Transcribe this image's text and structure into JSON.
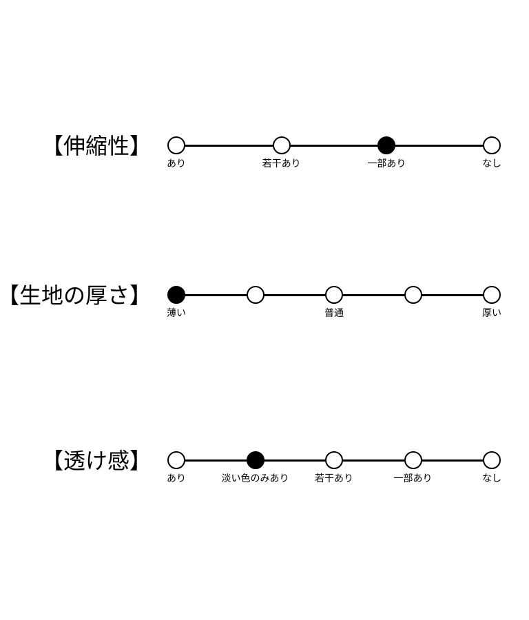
{
  "scales": [
    {
      "title": "【伸縮性】",
      "positions": 4,
      "selected": 2,
      "labels": [
        {
          "pos": 0,
          "text": "あり"
        },
        {
          "pos": 1,
          "text": "若干あり"
        },
        {
          "pos": 2,
          "text": "一部あり"
        },
        {
          "pos": 3,
          "text": "なし"
        }
      ]
    },
    {
      "title": "【生地の厚さ】",
      "positions": 5,
      "selected": 0,
      "labels": [
        {
          "pos": 0,
          "text": "薄い"
        },
        {
          "pos": 2,
          "text": "普通"
        },
        {
          "pos": 4,
          "text": "厚い"
        }
      ]
    },
    {
      "title": "【透け感】",
      "positions": 5,
      "selected": 1,
      "labels": [
        {
          "pos": 0,
          "text": "あり"
        },
        {
          "pos": 1,
          "text": "淡い色のみあり"
        },
        {
          "pos": 2,
          "text": "若干あり"
        },
        {
          "pos": 3,
          "text": "一部あり"
        },
        {
          "pos": 4,
          "text": "なし"
        }
      ]
    }
  ]
}
